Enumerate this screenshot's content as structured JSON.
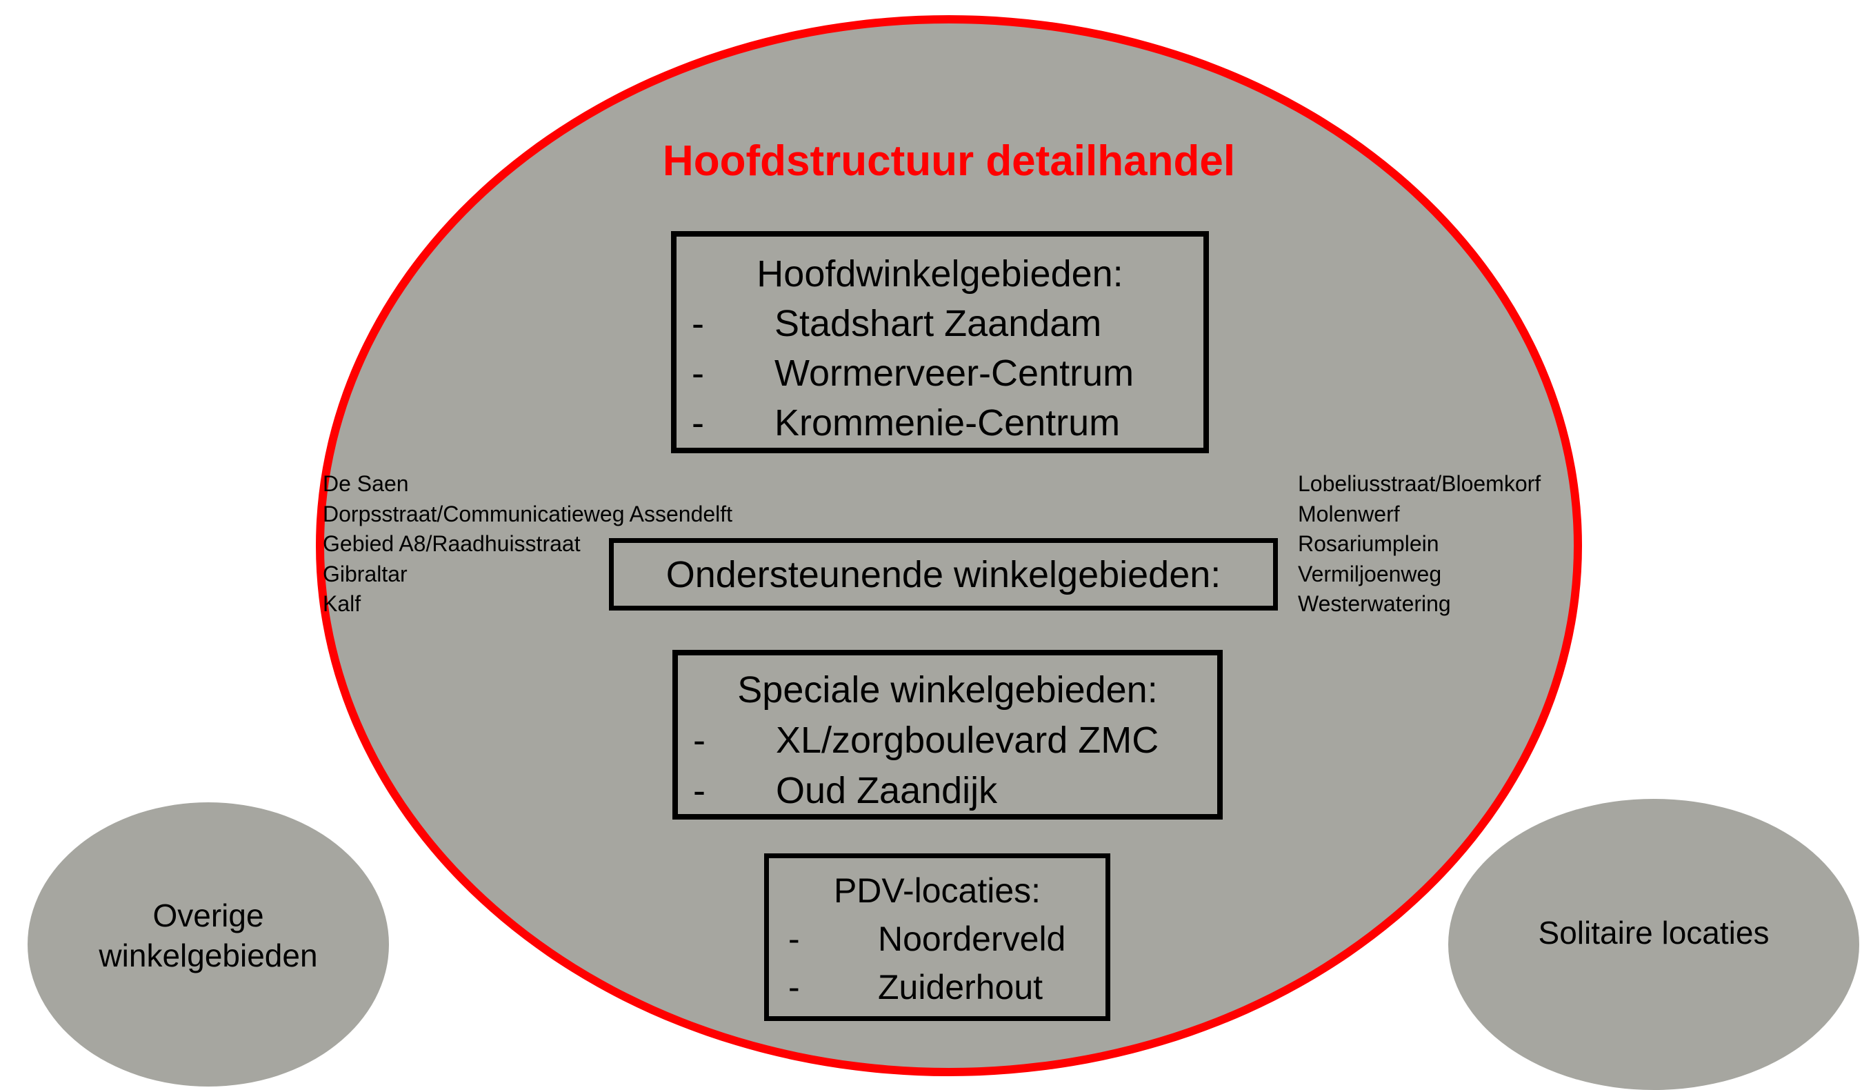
{
  "colors": {
    "accent_red": "#ff0000",
    "ellipse_gray": "#a6a6a0",
    "border_black": "#000000",
    "background_white": "#ffffff"
  },
  "diagram": {
    "title": "Hoofdstructuur detailhandel",
    "bullet": "-",
    "boxes": {
      "hoofdwinkelgebieden": {
        "title": "Hoofdwinkelgebieden:",
        "items": [
          "Stadshart Zaandam",
          "Wormerveer-Centrum",
          "Krommenie-Centrum"
        ]
      },
      "ondersteunende": {
        "title": "Ondersteunende winkelgebieden:"
      },
      "speciale": {
        "title": "Speciale winkelgebieden:",
        "items": [
          "XL/zorgboulevard ZMC",
          "Oud Zaandijk"
        ]
      },
      "pdv": {
        "title": "PDV-locaties:",
        "items": [
          "Noorderveld",
          "Zuiderhout"
        ]
      }
    },
    "left_list": {
      "items": [
        "De Saen",
        "Dorpsstraat/Communicatieweg Assendelft",
        "Gebied A8/Raadhuisstraat",
        "Gibraltar",
        "Kalf"
      ]
    },
    "right_list": {
      "items": [
        "Lobeliusstraat/Bloemkorf",
        "Molenwerf",
        "Rosariumplein",
        "Vermiljoenweg",
        "Westerwatering"
      ]
    },
    "outer_ellipses": {
      "overige": {
        "line1": "Overige",
        "line2": "winkelgebieden"
      },
      "solitaire": {
        "label": "Solitaire locaties"
      }
    }
  }
}
